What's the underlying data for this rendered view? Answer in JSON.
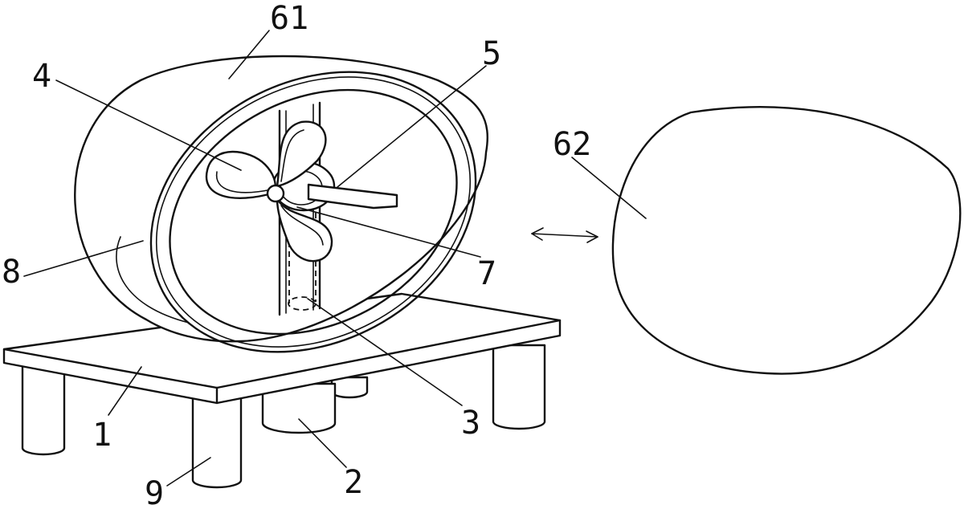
{
  "labels": {
    "l1": "1",
    "l2": "2",
    "l3": "3",
    "l4": "4",
    "l5": "5",
    "l7": "7",
    "l8": "8",
    "l9": "9",
    "l61": "61",
    "l62": "62"
  }
}
